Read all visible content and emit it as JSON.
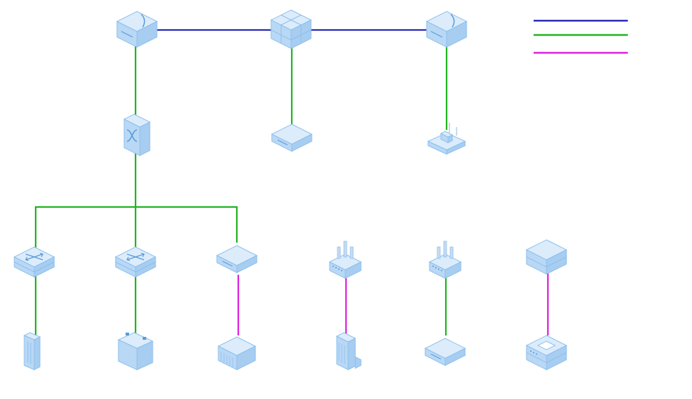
{
  "colors": {
    "link_blue": "#2b2bb8",
    "link_green": "#22b422",
    "link_magenta": "#dd22dd",
    "device_top": "#dcecfb",
    "device_left": "#b9d8f5",
    "device_right": "#a7cdf1",
    "device_stroke": "#8ec0ec",
    "device_detail": "#5a9bd8"
  },
  "legend": [
    {
      "color_key": "link_blue",
      "label": ""
    },
    {
      "color_key": "link_green",
      "label": ""
    },
    {
      "color_key": "link_magenta",
      "label": ""
    }
  ],
  "nodes": [
    {
      "id": "router-left",
      "icon": "router-icon"
    },
    {
      "id": "core-switch",
      "icon": "core-switch-icon"
    },
    {
      "id": "router-right",
      "icon": "router-icon"
    },
    {
      "id": "l3-switch",
      "icon": "layer3-switch-icon"
    },
    {
      "id": "appliance-mid",
      "icon": "appliance-icon"
    },
    {
      "id": "wireless-ap",
      "icon": "access-point-icon"
    },
    {
      "id": "access-switch-1",
      "icon": "switch-icon"
    },
    {
      "id": "access-switch-2",
      "icon": "switch-icon"
    },
    {
      "id": "appliance-3",
      "icon": "appliance-icon"
    },
    {
      "id": "wireless-router-1",
      "icon": "wireless-router-icon"
    },
    {
      "id": "wireless-router-2",
      "icon": "wireless-router-icon"
    },
    {
      "id": "stacked-device",
      "icon": "stacked-device-icon"
    },
    {
      "id": "tower-server",
      "icon": "tower-server-icon"
    },
    {
      "id": "storage-unit",
      "icon": "storage-icon"
    },
    {
      "id": "rack-server",
      "icon": "rack-server-icon"
    },
    {
      "id": "building",
      "icon": "building-icon"
    },
    {
      "id": "appliance-5",
      "icon": "appliance-icon"
    },
    {
      "id": "security-appliance",
      "icon": "security-appliance-icon"
    }
  ],
  "links": [
    {
      "from": "router-left",
      "to": "core-switch",
      "color_key": "link_blue"
    },
    {
      "from": "core-switch",
      "to": "router-right",
      "color_key": "link_blue"
    },
    {
      "from": "router-left",
      "to": "l3-switch",
      "color_key": "link_green"
    },
    {
      "from": "core-switch",
      "to": "appliance-mid",
      "color_key": "link_green"
    },
    {
      "from": "router-right",
      "to": "wireless-ap",
      "color_key": "link_green"
    },
    {
      "from": "l3-switch",
      "to": "access-switch-1",
      "color_key": "link_green"
    },
    {
      "from": "l3-switch",
      "to": "access-switch-2",
      "color_key": "link_green"
    },
    {
      "from": "l3-switch",
      "to": "appliance-3",
      "color_key": "link_green"
    },
    {
      "from": "access-switch-1",
      "to": "tower-server",
      "color_key": "link_green"
    },
    {
      "from": "access-switch-2",
      "to": "storage-unit",
      "color_key": "link_green"
    },
    {
      "from": "appliance-3",
      "to": "rack-server",
      "color_key": "link_magenta"
    },
    {
      "from": "wireless-router-1",
      "to": "building",
      "color_key": "link_magenta"
    },
    {
      "from": "wireless-router-2",
      "to": "appliance-5",
      "color_key": "link_green"
    },
    {
      "from": "stacked-device",
      "to": "security-appliance",
      "color_key": "link_magenta"
    }
  ]
}
